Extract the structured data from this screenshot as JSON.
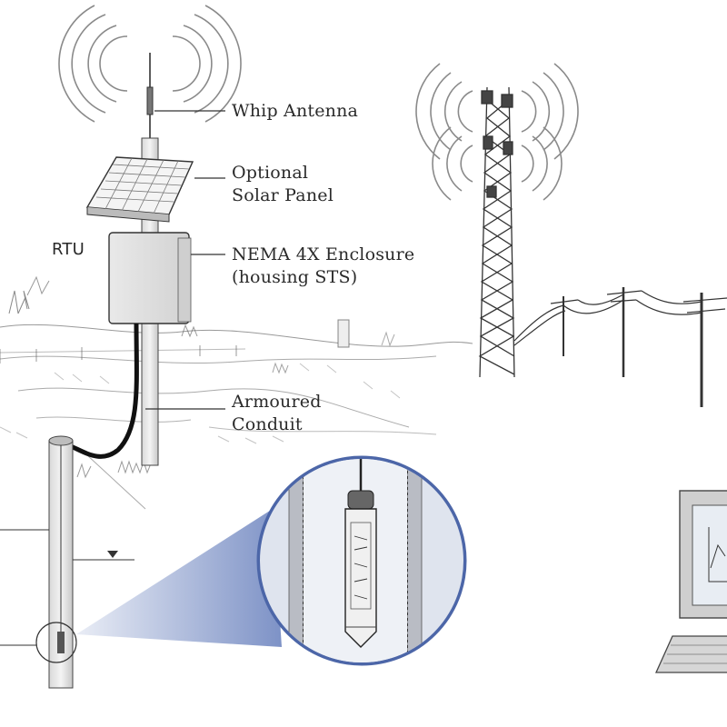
{
  "labels": {
    "whip_antenna": "Whip Antenna",
    "solar_panel_line1": "Optional",
    "solar_panel_line2": "Solar Panel",
    "rtu": "RTU",
    "enclosure_line1": "NEMA 4X Enclosure",
    "enclosure_line2": "(housing STS)",
    "conduit_line1": "Armoured",
    "conduit_line2": "Conduit"
  },
  "colors": {
    "ink": "#2a2a2a",
    "enclosure": "#e4e4e4",
    "detail_ring": "#4c66a8",
    "detail_fill": "#c9d3e6",
    "callout_beam": "#6f86c0"
  }
}
